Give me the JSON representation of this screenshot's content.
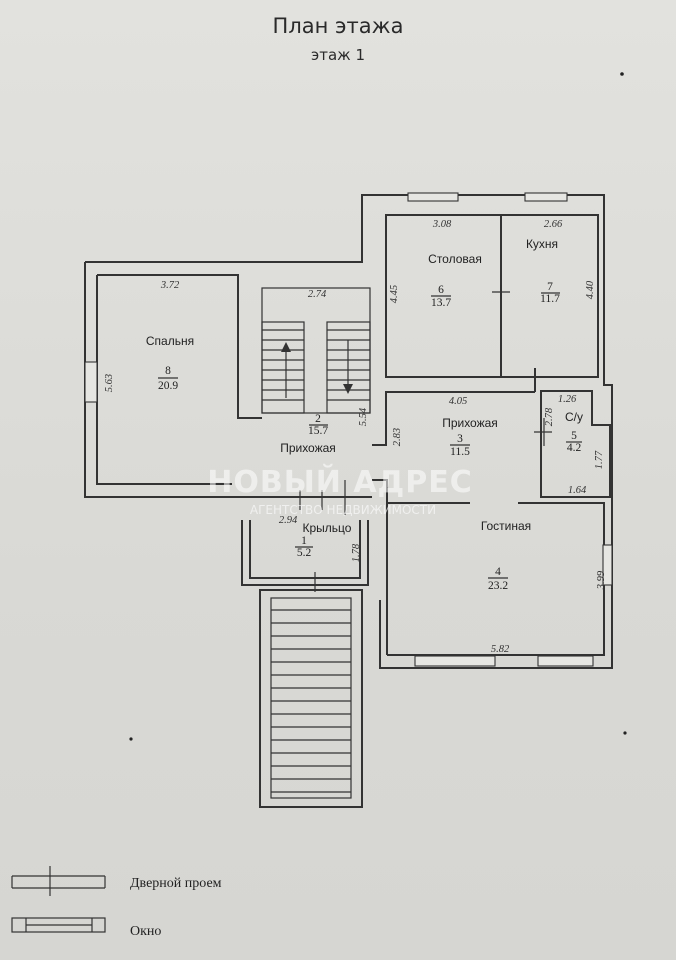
{
  "header": {
    "title": "План этажа",
    "subtitle": "этаж 1"
  },
  "rooms": [
    {
      "name": "Спальня",
      "number": "8",
      "area": "20.9"
    },
    {
      "name": "Прихожая",
      "number": "2",
      "area": "15.7"
    },
    {
      "name": "Столовая",
      "number": "6",
      "area": "13.7"
    },
    {
      "name": "Кухня",
      "number": "7",
      "area": "11.7"
    },
    {
      "name": "Прихожая",
      "number": "3",
      "area": "11.5"
    },
    {
      "name": "С/у",
      "number": "5",
      "area": "4.2"
    },
    {
      "name": "Крыльцо",
      "number": "1",
      "area": "5.2"
    },
    {
      "name": "Гостиная",
      "number": "4",
      "area": "23.2"
    }
  ],
  "dimensions": [
    "3.72",
    "5.63",
    "2.74",
    "5.54",
    "3.08",
    "4.45",
    "2.66",
    "4.40",
    "4.05",
    "2.83",
    "1.26",
    "2.78",
    "1.77",
    "1.64",
    "2.94",
    "1.78",
    "3.99",
    "5.82"
  ],
  "watermark": {
    "brand": "НОВЫЙ АДРЕС",
    "tagline": "АГЕНТСТВО НЕДВИЖИМОСТИ"
  },
  "legend": {
    "door": "Дверной проем",
    "window": "Окно"
  },
  "colors": {
    "paper": "#dcdcd8",
    "ink": "#333333"
  }
}
